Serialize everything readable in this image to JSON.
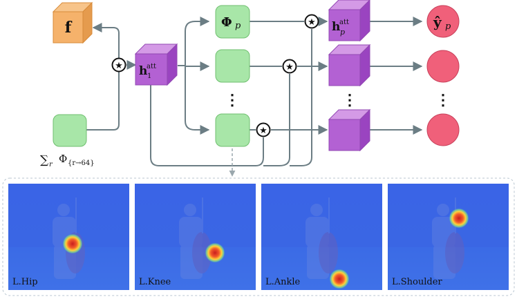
{
  "inputs": {
    "feature": "f",
    "prior_sum": "∑",
    "prior_sum_sub": "r",
    "prior_phi": "Φ",
    "prior_range": "{r→64}"
  },
  "attention": {
    "h1_base": "h",
    "h1_sup": "att",
    "h1_sub": "1",
    "hp_base": "h",
    "hp_sup": "att",
    "hp_sub": "p"
  },
  "branch": {
    "phi": "Φ",
    "phi_sub": "p",
    "dots": "⋮"
  },
  "output": {
    "y": "ŷ",
    "y_sub": "p",
    "dots": "⋮"
  },
  "operator": "★",
  "heatmaps": [
    {
      "label": "L.Hip"
    },
    {
      "label": "L.Knee"
    },
    {
      "label": "L.Ankle"
    },
    {
      "label": "L.Shoulder"
    }
  ],
  "colors": {
    "feature_box": "#f5b26b",
    "attention_cube": "#b361d3",
    "branch_box": "#a8e6a8",
    "output_circle": "#f0607a",
    "arrow": "#6b7d84",
    "heatmap_bg": "#2f5fe6"
  }
}
